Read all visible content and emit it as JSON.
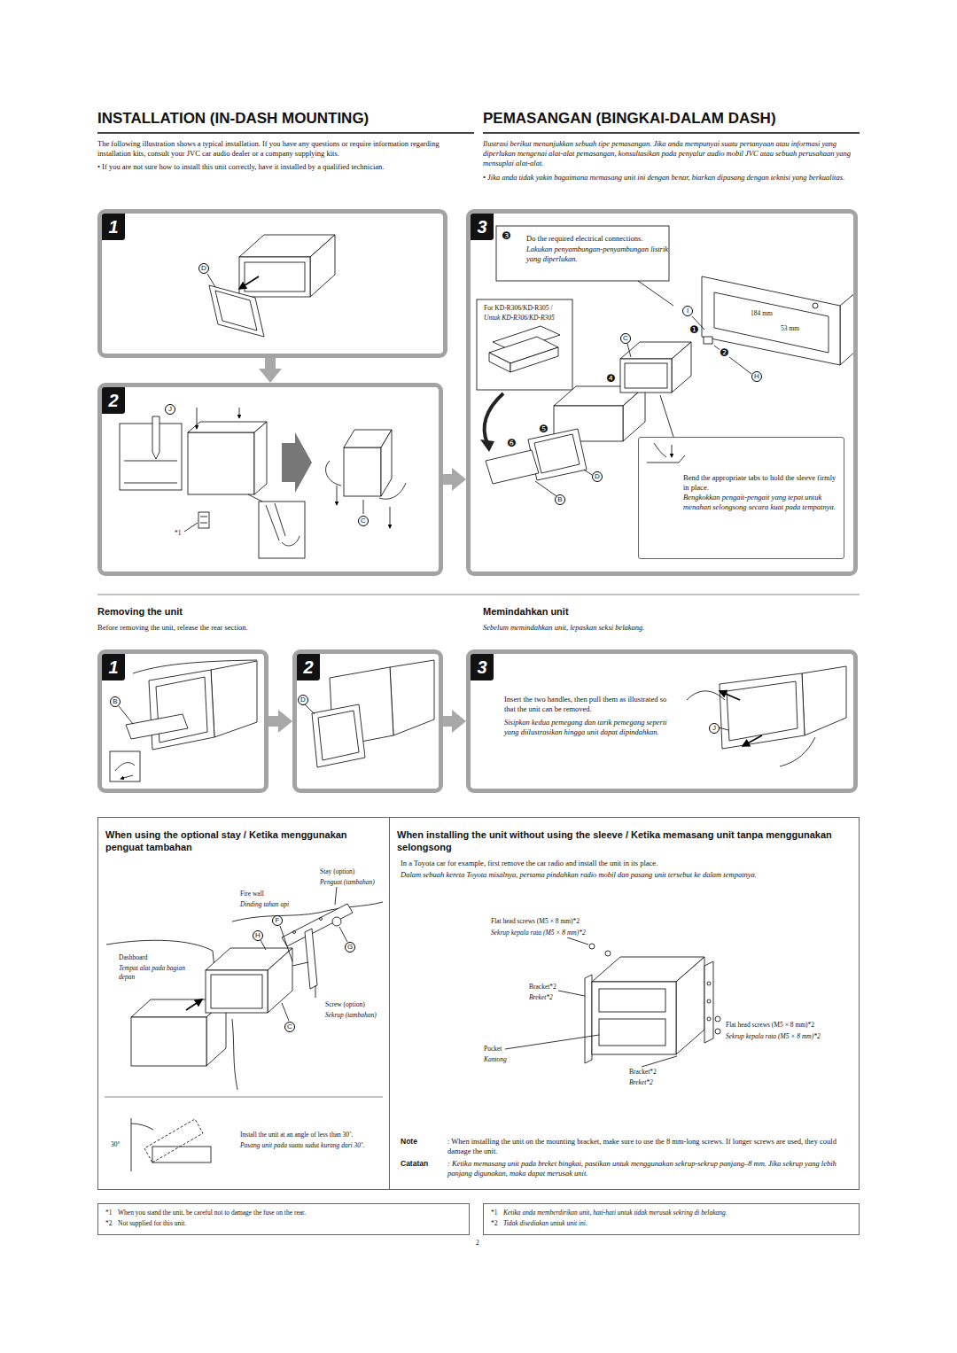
{
  "diagram": {
    "title": "INSTALLATION (IN-DASH MOUNTING)",
    "nodes": [
      {
        "text": [
          "1"
        ]
      },
      {
        "text": [
          "2"
        ]
      },
      {
        "text": [
          "3"
        ]
      },
      {
        "text": [
          "Bend the appropriate tabs to hold the sleeve firmly in place.",
          "Bengkokkan pengait-pengait yang tepat untuk menahan selongsong secara kuat pada tempatnya."
        ],
        "in": 2
      },
      {
        "text": [
          "1"
        ]
      },
      {
        "text": [
          "2"
        ]
      },
      {
        "text": [
          "3"
        ]
      },
      {
        "text": [
          "When using the optional stay / Ketika menggunakan penguat tambahan"
        ]
      },
      {
        "text": [
          "When installing the unit without using the sleeve / Ketika memasang unit tanpa menggunakan selongsong"
        ]
      },
      {
        "text": [
          "*1",
          "When you stand the unit, be careful not to damage the fuse on the rear.",
          "*2",
          "Not supplied for this unit."
        ]
      },
      {
        "text": [
          "*1",
          "Ketika anda memberdirikan unit, hati-hati untuk tidak merusak sekring di belakang.",
          "*2",
          "Tidak disediakan untuk unit ini."
        ]
      }
    ],
    "edges": [
      {
        "from": 0,
        "to": 1,
        "arrow": "to"
      },
      {
        "from": 1,
        "to": 2,
        "arrow": "to"
      },
      {
        "from": 4,
        "to": 5,
        "arrow": "to"
      },
      {
        "from": 5,
        "to": 6,
        "arrow": "to"
      }
    ],
    "labels": [
      "PEMASANGAN (BINGKAI-DALAM DASH)",
      "The following illustration shows a typical installation. If you have any questions or require information regarding installation kits, consult your JVC car audio dealer or a company supplying kits.",
      "• If you are not sure how to install this unit correctly, have it installed by a qualified technician.",
      "Ilustrasi berikut menunjukkan sebuah tipe pemasangan. Jika anda mempunyai suatu pertanyaan atau informasi yang diperlukan mengenai alat-alat pemasangan, konsultasikan pada penyalur audio mobil JVC atau sebuah perusahaan yang mensuplai alat-alat.",
      "• Jika anda tidak yakin bagaimana memasang unit ini dengan benar, biarkan dipasang dengan teknisi yang berkualitas.",
      "D",
      "J",
      "*1",
      "C",
      "❸",
      "Do the required electrical connections.",
      "Lakukan penyambungan-penyambungan listrik yang diperlukan.",
      "For KD-R306/KD-R305 /",
      "Untuk KD-R306/KD-R305",
      "I",
      "184 mm",
      "53 mm",
      "C",
      "❶",
      "❷",
      "H",
      "❹",
      "❺",
      "❻",
      "D",
      "B",
      "Removing the unit",
      "Before removing the unit, release the rear section.",
      "Memindahkan unit",
      "Sebelum memindahkan unit, lepaskan seksi belakang.",
      "B",
      "D",
      "Insert the two handles, then pull them as illustrated so that the unit can be removed.",
      "Sisipkan kedua pemegang dan tarik pemegang seperti yang diilustrasikan hingga unit dapat dipindahkan.",
      "J",
      "Stay (option)",
      "Penguat (tambahan)",
      "Fire wall",
      "Dinding tahan api",
      "F",
      "G",
      "H",
      "Dashboard",
      "Tempat alat pada bagian depan",
      "Screw (option)",
      "Sekrup (tambahan)",
      "C",
      "30°",
      "Install the unit at an angle of less than 30˚.",
      "Pasang unit pada suatu sudut kurang dari 30˚.",
      "In a Toyota car for example, first remove the car radio and install the unit in its place.",
      "Dalam sebuah kereta Toyota misalnya, pertama pindahkan radio mobil dan pasang unit tersebut ke dalam tempatnya.",
      "Flat head screws (M5 × 8 mm)*2",
      "Sekrup kepala rata (M5 × 8 mm)*2",
      "Bracket*2",
      "Breket*2",
      "Flat head screws (M5 × 8 mm)*2",
      "Sekrup kepala rata (M5 × 8 mm)*2",
      "Pocket",
      "Kantong",
      "Bracket*2",
      "Breket*2",
      "Note",
      ": When installing the unit on the mounting bracket, make sure to use the 8 mm-long screws. If longer screws are used, they could damage the unit.",
      "Catatan",
      ": Ketika memasang unit pada breket bingkai, pastikan untuk menggunakan sekrup-sekrup panjang–8 mm. Jika sekrup yang lebih panjang digunakan, maka dapat merusak unit.",
      "2"
    ]
  }
}
